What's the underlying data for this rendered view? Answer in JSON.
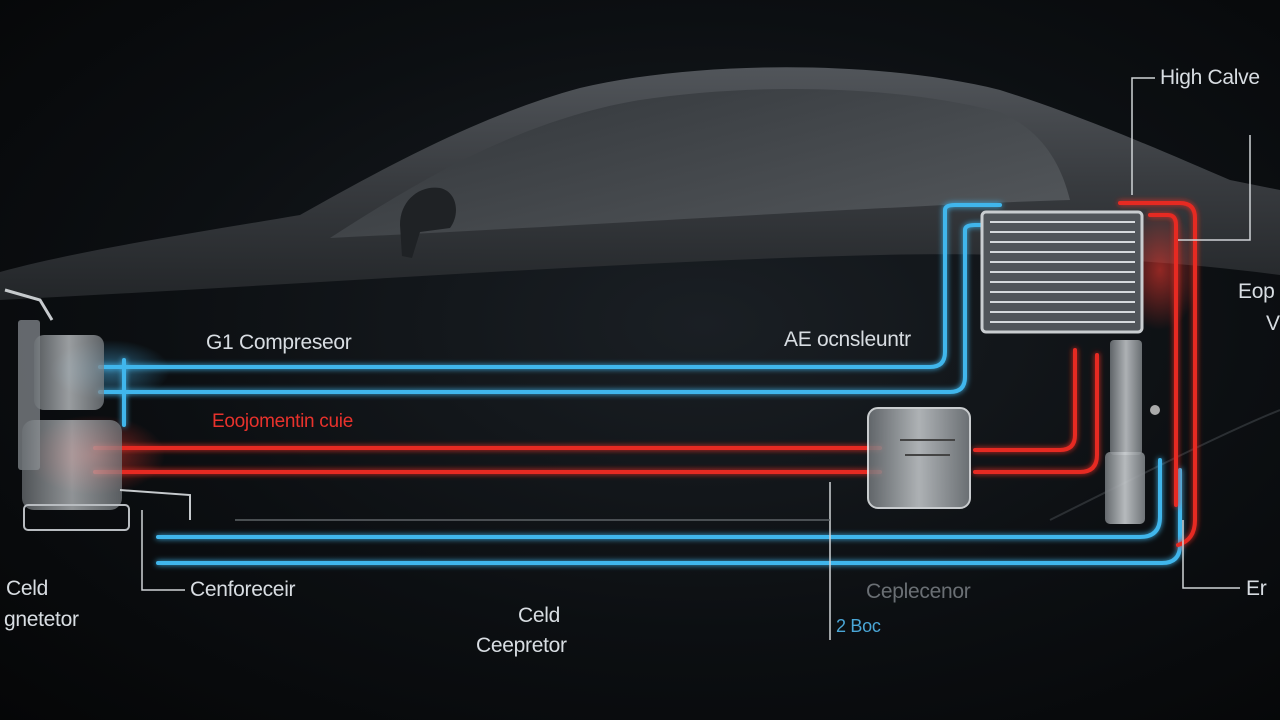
{
  "labels": {
    "high_valve": "High Calve",
    "compressor_top": "G1 Compreseor",
    "ae_condenser": "AE ocnsleuntr",
    "evaporator_red": "Eoojomentin cuie",
    "expansion_right_1": "Eop",
    "expansion_right_2": "V",
    "bottom_right": "Er",
    "cold_left_1": "Celd",
    "cold_left_2": "gnetetor",
    "condenser_bottom": "Cenforeceir",
    "cold_center_1": "Celd",
    "cold_center_2": "Ceepretor",
    "dim_label": "Ceplecenor",
    "small_blue": "2 Boc"
  },
  "colors": {
    "cold_line": "#3fb6ec",
    "hot_line": "#e62a24",
    "background": "#0c0f12",
    "car_body": "#3a3d41"
  }
}
